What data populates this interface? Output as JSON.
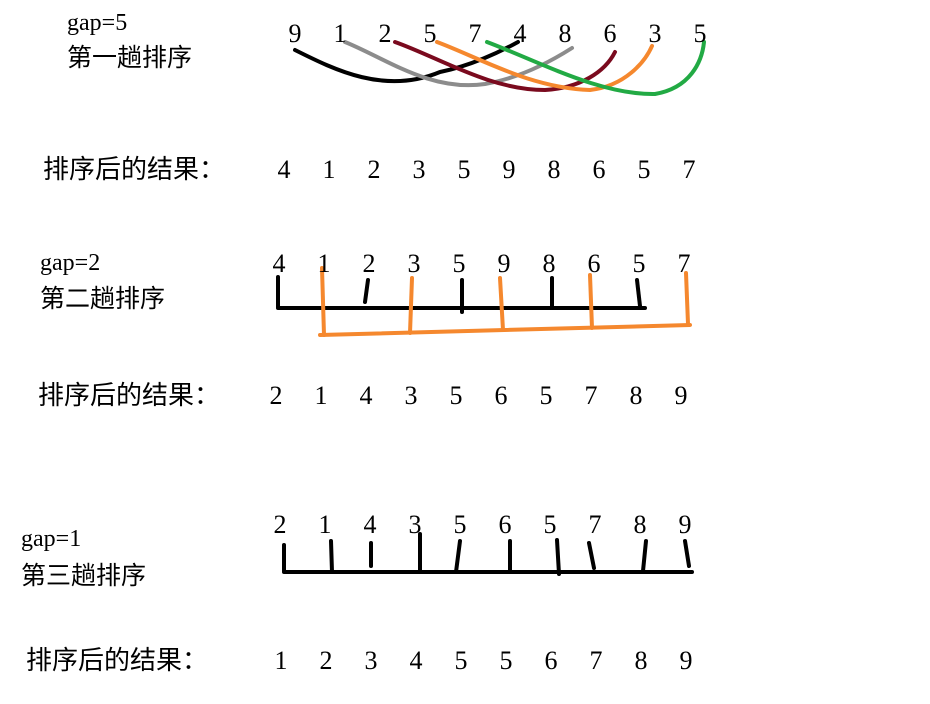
{
  "passes": [
    {
      "gap_label": "gap=5",
      "title": "第一趟排序",
      "input": [
        "9",
        "1",
        "2",
        "5",
        "7",
        "4",
        "8",
        "6",
        "3",
        "5"
      ],
      "result_label": "排序后的结果：",
      "result": [
        "4",
        "1",
        "2",
        "3",
        "5",
        "9",
        "8",
        "6",
        "5",
        "7"
      ]
    },
    {
      "gap_label": "gap=2",
      "title": "第二趟排序",
      "input": [
        "4",
        "1",
        "2",
        "3",
        "5",
        "9",
        "8",
        "6",
        "5",
        "7"
      ],
      "result_label": "排序后的结果：",
      "result": [
        "2",
        "1",
        "4",
        "3",
        "5",
        "6",
        "5",
        "7",
        "8",
        "9"
      ]
    },
    {
      "gap_label": "gap=1",
      "title": "第三趟排序",
      "input": [
        "2",
        "1",
        "4",
        "3",
        "5",
        "6",
        "5",
        "7",
        "8",
        "9"
      ],
      "result_label": "排序后的结果：",
      "result": [
        "1",
        "2",
        "3",
        "4",
        "5",
        "5",
        "6",
        "7",
        "8",
        "9"
      ]
    }
  ],
  "colors": {
    "black": "#000000",
    "gray": "#8c8c8c",
    "darkred": "#7a0a1e",
    "orange": "#f5882e",
    "green": "#22aa44"
  }
}
